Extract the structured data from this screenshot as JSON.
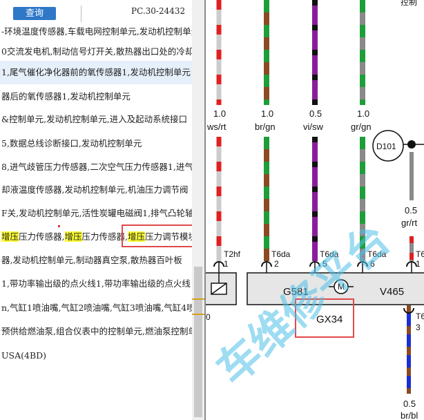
{
  "toolbar": {
    "search_label": "查询",
    "pc_code": "PC.30-24432"
  },
  "results": [
    {
      "text": "-环境温度传感器,车载电网控制单元,发动机控制单元",
      "highlighted": false
    },
    {
      "text": "0交流发电机,制动信号灯开关,散热器出口处的冷却",
      "highlighted": false
    },
    {
      "text": "1,尾气催化净化器前的氧传感器1,发动机控制单元",
      "highlighted": true
    },
    {
      "text": "器后的氧传感器1,发动机控制单元",
      "highlighted": false
    },
    {
      "text": "&控制单元,发动机控制单元,进入及起动系统接口",
      "highlighted": false
    },
    {
      "text": "5,数据总线诊断接口,发动机控制单元",
      "highlighted": false
    },
    {
      "text": "8,进气歧管压力传感器,二次空气压力传感器1,进气",
      "highlighted": false
    },
    {
      "text": "却液温度传感器,发动机控制单元,机油压力调节阀",
      "highlighted": false
    },
    {
      "text": "F关,发动机控制单元,活性炭罐电磁阀1,排气凸轮轴",
      "highlighted": false
    },
    {
      "text_parts": [
        "",
        "增压",
        "压力传感器,",
        "增压",
        "压力传感器,",
        "增压",
        "压力调节模块"
      ],
      "highlighted": false
    },
    {
      "text": "器,发动机控制单元,制动器真空泵,散热器百叶板",
      "highlighted": false
    },
    {
      "text": "1,带功率输出级的点火线1,带功率输出级的点火线",
      "highlighted": false
    },
    {
      "text": "n,气缸1喷油嘴,气缸2喷油嘴,气缸3喷油嘴,气缸4喷",
      "highlighted": false
    },
    {
      "text": "预供给燃油泵,组合仪表中的控制单元,燃油泵控制单",
      "highlighted": false
    },
    {
      "text": "USA(4BD)",
      "highlighted": false
    }
  ],
  "diagram": {
    "top_label": "控制",
    "wires": [
      {
        "gauge": "1.0",
        "color": "ws/rt"
      },
      {
        "gauge": "1.0",
        "color": "br/gn"
      },
      {
        "gauge": "0.5",
        "color": "vi/sw"
      },
      {
        "gauge": "1.0",
        "color": "gr/gn"
      },
      {
        "gauge": "0.5",
        "color": "gr/rt"
      },
      {
        "gauge": "0.5",
        "color": "br/bl"
      }
    ],
    "relay": "D101",
    "pins": [
      {
        "conn": "T2hf",
        "pin": "1"
      },
      {
        "conn": "T6da",
        "pin": "2"
      },
      {
        "conn": "T6da",
        "pin": "5"
      },
      {
        "conn": "T6da",
        "pin": "6"
      },
      {
        "conn": "T6",
        "pin": "1"
      },
      {
        "conn": "T6",
        "pin": "3"
      }
    ],
    "component_g": "G581",
    "component_v": "V465",
    "motor": "M",
    "boxed_label": "GX34",
    "left_num": "0",
    "watermark": "车维修平台"
  },
  "colors": {
    "accent": "#2f78c8",
    "highlight": "#ffff33",
    "red_box": "#e04848",
    "watermark": "#4fc1e8"
  }
}
